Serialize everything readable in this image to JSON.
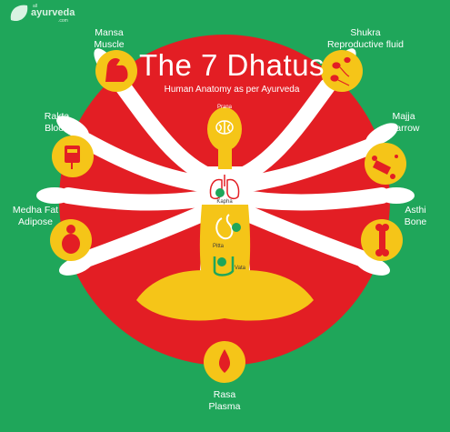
{
  "logo": {
    "line1": "all",
    "line2": "ayurveda",
    "line3": ".com"
  },
  "title": "The 7 Dhatus",
  "subtitle": "Human Anatomy as per Ayurveda",
  "doshas": {
    "prana": "Prana",
    "kapha": "Kapha",
    "pitta": "Pitta",
    "vata": "Vata"
  },
  "dhatus": [
    {
      "id": "mansa",
      "name": "Mansa",
      "meaning": "Muscle"
    },
    {
      "id": "shukra",
      "name": "Shukra",
      "meaning": "Reproductive fluid"
    },
    {
      "id": "rakta",
      "name": "Rakta",
      "meaning": "Blood"
    },
    {
      "id": "majja",
      "name": "Majja",
      "meaning": "Marrow"
    },
    {
      "id": "medha",
      "name": "Medha Fat",
      "meaning": "Adipose"
    },
    {
      "id": "asthi",
      "name": "Asthi",
      "meaning": "Bone"
    },
    {
      "id": "rasa",
      "name": "Rasa",
      "meaning": "Plasma"
    }
  ],
  "colors": {
    "background": "#1fa65a",
    "circle": "#e31e24",
    "yellow": "#f5c518",
    "white": "#ffffff",
    "green": "#1fa65a"
  }
}
